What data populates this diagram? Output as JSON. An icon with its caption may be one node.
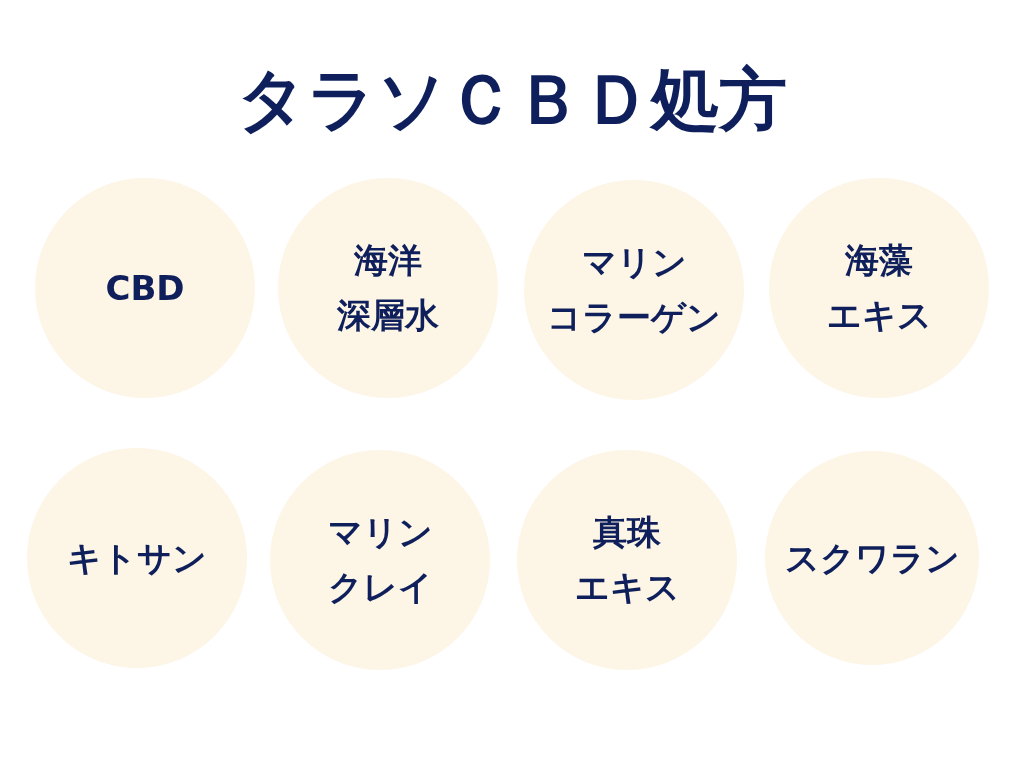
{
  "diagram": {
    "title": "タラソＣＢＤ処方",
    "nodes": [
      {
        "text": [
          "CBD"
        ]
      },
      {
        "text": [
          "海洋深層水"
        ]
      },
      {
        "text": [
          "マリンコラーゲン"
        ]
      },
      {
        "text": [
          "海藻エキス"
        ]
      },
      {
        "text": [
          "キトサン"
        ]
      },
      {
        "text": [
          "マリンクレイ"
        ]
      },
      {
        "text": [
          "真珠エキス"
        ]
      },
      {
        "text": [
          "スクワラン"
        ]
      }
    ]
  }
}
